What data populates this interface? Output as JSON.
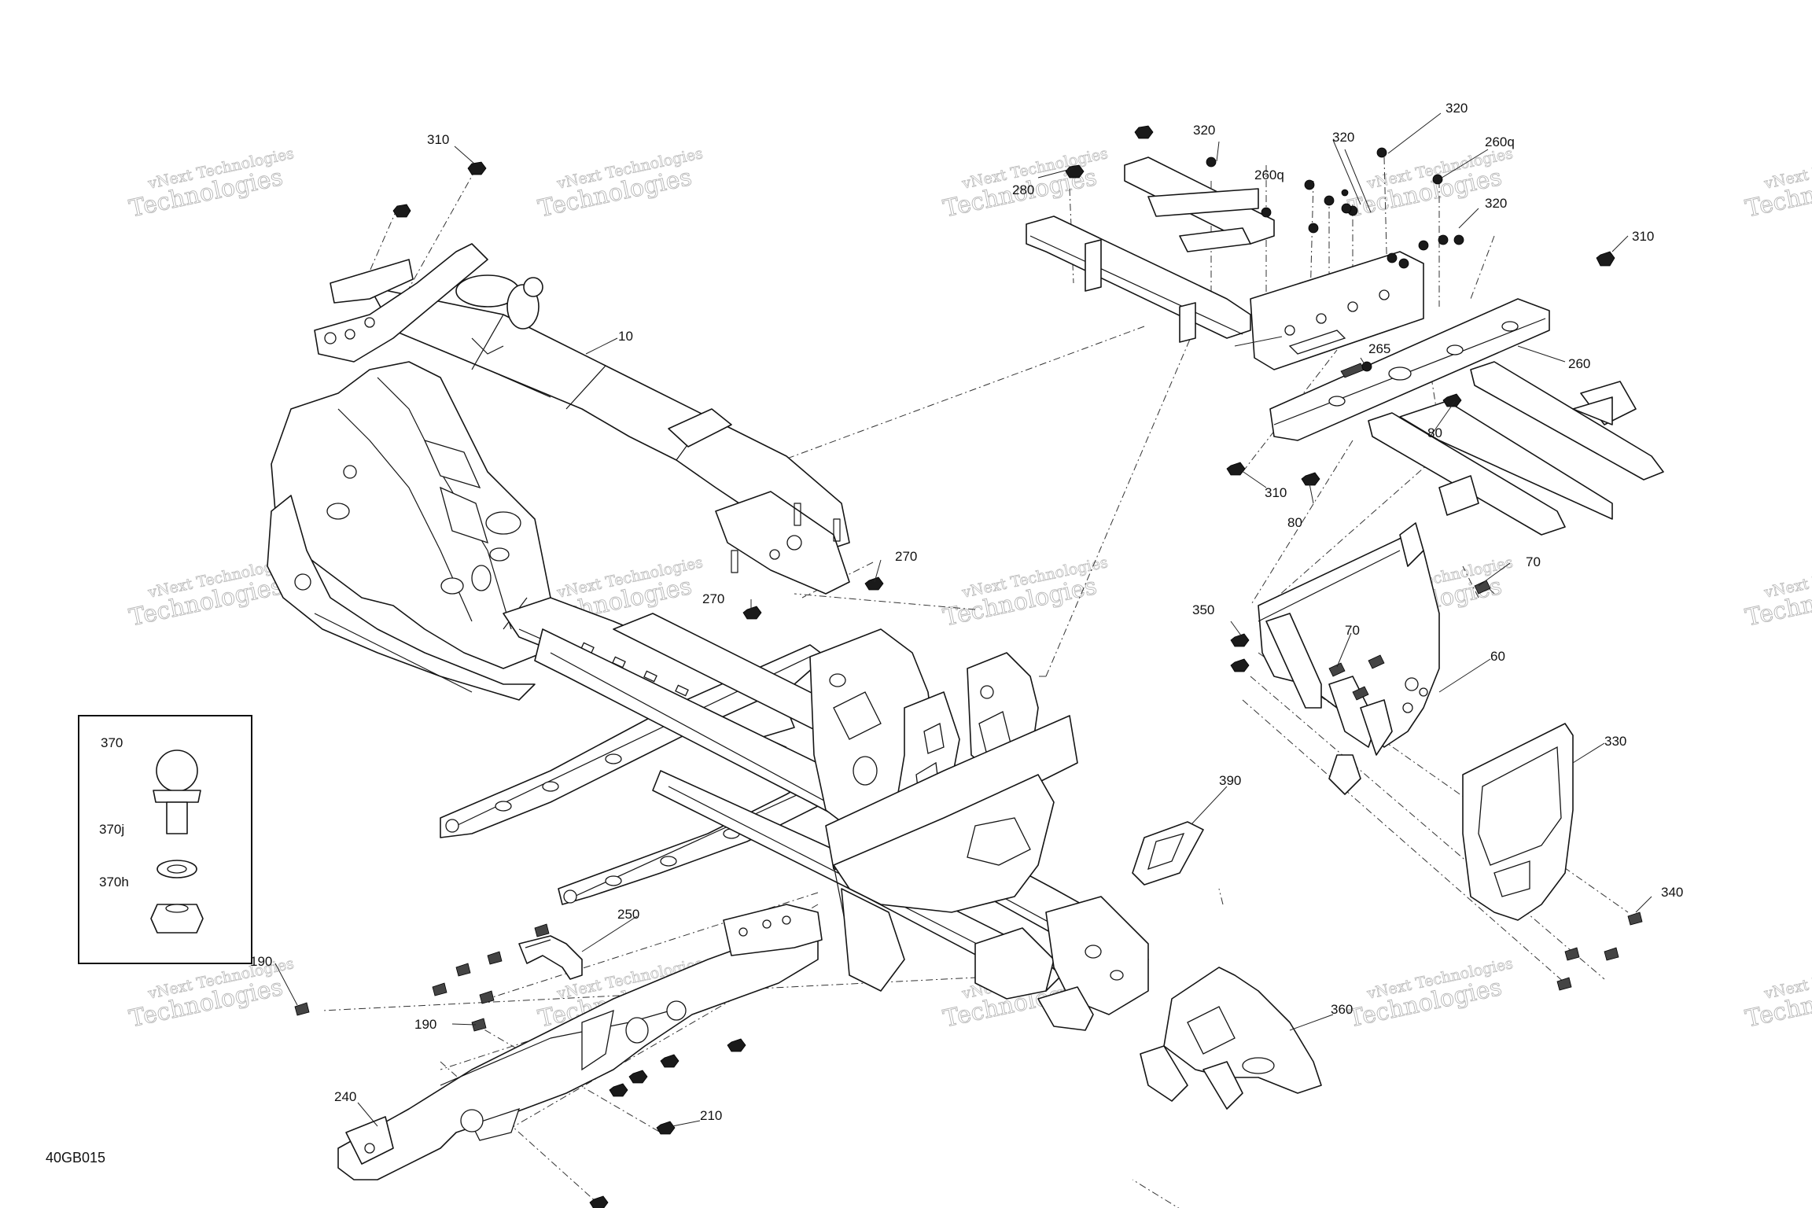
{
  "diagram_code": "40GB015",
  "watermark": {
    "line1": "vNext Technologies",
    "line2": "Technologies"
  },
  "labels": {
    "l10": "10",
    "l60": "60",
    "l70a": "70",
    "l70b": "70",
    "l80a": "80",
    "l80b": "80",
    "l190a": "190",
    "l190b": "190",
    "l210": "210",
    "l240": "240",
    "l250": "250",
    "l260": "260",
    "l260qa": "260q",
    "l260qb": "260q",
    "l265": "265",
    "l270a": "270",
    "l270b": "270",
    "l280": "280",
    "l310a": "310",
    "l310b": "310",
    "l310c": "310",
    "l320a": "320",
    "l320b": "320",
    "l320c": "320",
    "l320d": "320",
    "l330": "330",
    "l340": "340",
    "l350": "350",
    "l360": "360",
    "l390": "390",
    "l370": "370",
    "l370j": "370j",
    "l370h": "370h"
  }
}
